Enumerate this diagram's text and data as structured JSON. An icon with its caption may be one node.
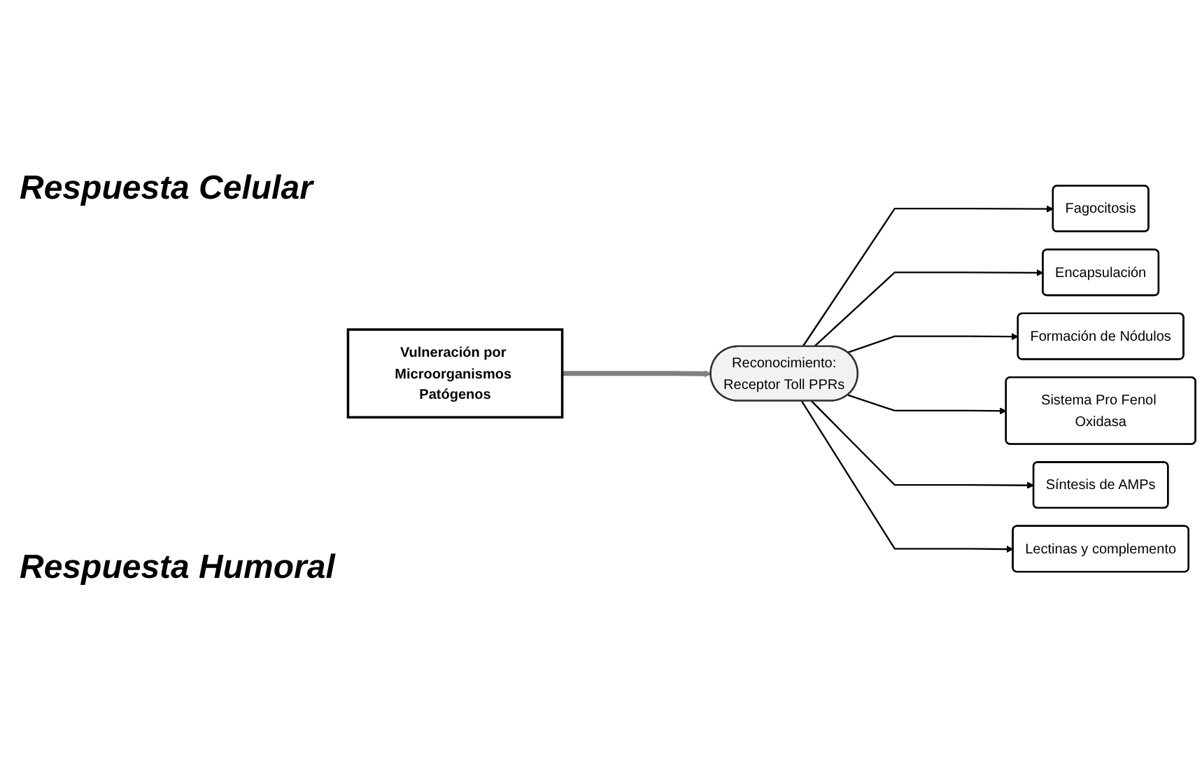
{
  "diagram": {
    "nodes": [
      {
        "text": [
          "Fagocitosis"
        ]
      },
      {
        "text": [
          "Encapsulación"
        ]
      },
      {
        "text": [
          "Formación de Nódulos"
        ]
      },
      {
        "text": [
          "Vulneración por Microorganismos Patógenos"
        ]
      },
      {
        "text": [
          "Reconocimiento:",
          "Receptor Toll PPRs"
        ]
      },
      {
        "text": [
          "Sistema Pro Fenol Oxidasa"
        ]
      },
      {
        "text": [
          "Síntesis de AMPs"
        ]
      },
      {
        "text": [
          "Lectinas y complemento"
        ]
      }
    ],
    "edges": [
      {
        "from": 3,
        "to": 4,
        "arrow": "to",
        "style": "thick",
        "color": "#808080"
      },
      {
        "from": 4,
        "to": 0,
        "arrow": "to"
      },
      {
        "from": 4,
        "to": 1,
        "arrow": "to"
      },
      {
        "from": 4,
        "to": 2,
        "arrow": "to"
      },
      {
        "from": 4,
        "to": 5,
        "arrow": "to"
      },
      {
        "from": 4,
        "to": 6,
        "arrow": "to"
      },
      {
        "from": 4,
        "to": 7,
        "arrow": "to"
      }
    ],
    "labels": [
      "Respuesta Celular",
      "Respuesta Humoral"
    ]
  }
}
